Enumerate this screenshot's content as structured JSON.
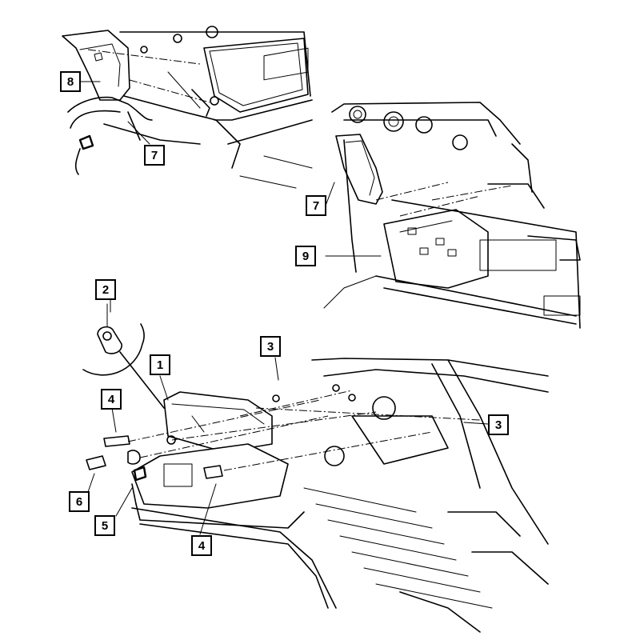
{
  "callouts": [
    {
      "id": "c8",
      "label": "8"
    },
    {
      "id": "c7a",
      "label": "7"
    },
    {
      "id": "c7b",
      "label": "7"
    },
    {
      "id": "c9",
      "label": "9"
    },
    {
      "id": "c2",
      "label": "2"
    },
    {
      "id": "c1",
      "label": "1"
    },
    {
      "id": "c3a",
      "label": "3"
    },
    {
      "id": "c3b",
      "label": "3"
    },
    {
      "id": "c4a",
      "label": "4"
    },
    {
      "id": "c6",
      "label": "6"
    },
    {
      "id": "c5",
      "label": "5"
    },
    {
      "id": "c4b",
      "label": "4"
    }
  ]
}
